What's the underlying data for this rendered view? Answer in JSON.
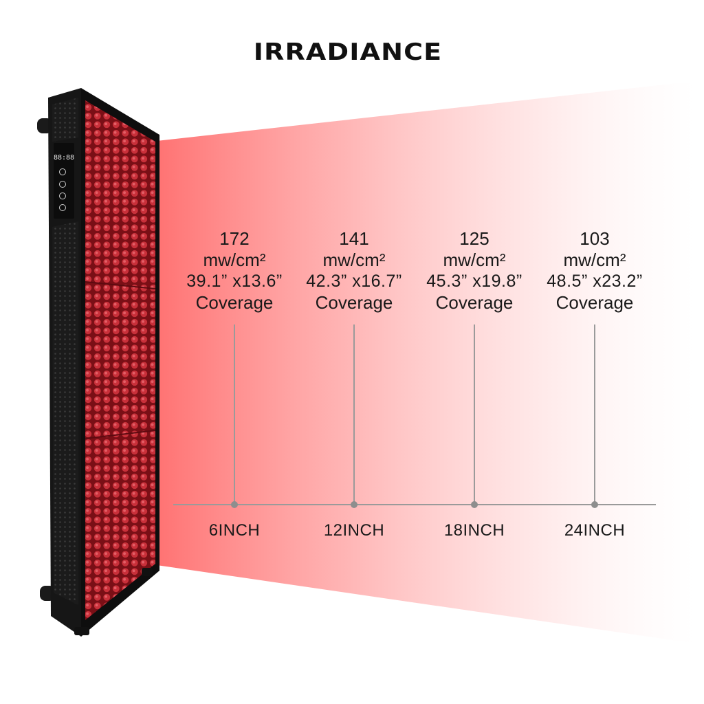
{
  "title": "IRRADIANCE",
  "colors": {
    "beam": "#ff5a5a",
    "panel_frame": "#111111",
    "led_red": "#c1232b",
    "line": "#9a9a9a"
  },
  "stations": [
    {
      "irradiance": "172",
      "unit": "mw/cm²",
      "coverage_dims": "39.1” x13.6”",
      "coverage_word": "Coverage",
      "distance": "6INCH"
    },
    {
      "irradiance": "141",
      "unit": "mw/cm²",
      "coverage_dims": "42.3” x16.7”",
      "coverage_word": "Coverage",
      "distance": "12INCH"
    },
    {
      "irradiance": "125",
      "unit": "mw/cm²",
      "coverage_dims": "45.3” x19.8”",
      "coverage_word": "Coverage",
      "distance": "18INCH"
    },
    {
      "irradiance": "103",
      "unit": "mw/cm²",
      "coverage_dims": "48.5” x23.2”",
      "coverage_word": "Coverage",
      "distance": "24INCH"
    }
  ],
  "panel": {
    "display_digits": "88:88"
  }
}
